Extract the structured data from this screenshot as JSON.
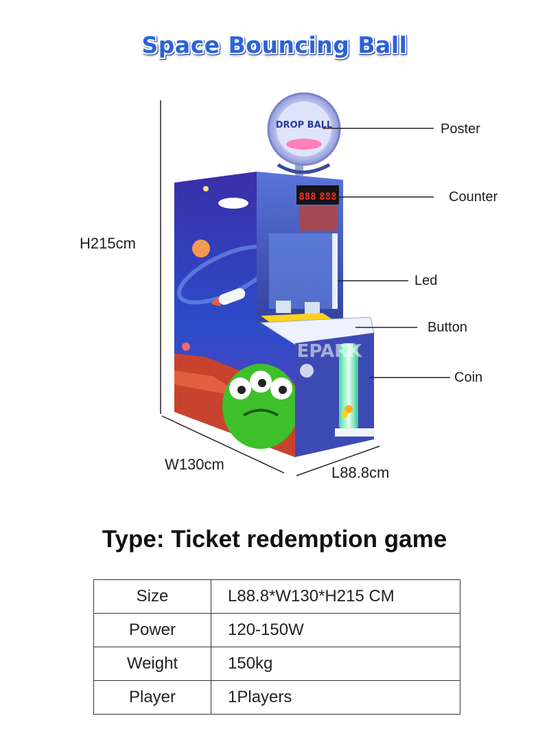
{
  "title": "Space Bouncing Ball",
  "dimensions": {
    "height": "H215cm",
    "width": "W130cm",
    "length": "L88.8cm"
  },
  "callouts": [
    "Poster",
    "Counter",
    "Led",
    "Button",
    "Coin"
  ],
  "machine": {
    "marquee_text": "DROP BALL",
    "counter_digits": "888",
    "watermark": "EPARK"
  },
  "type_line": "Type:  Ticket redemption game",
  "specs": [
    {
      "label": "Size",
      "value": "L88.8*W130*H215 CM"
    },
    {
      "label": "Power",
      "value": "120-150W"
    },
    {
      "label": "Weight",
      "value": "150kg"
    },
    {
      "label": "Player",
      "value": "1Players"
    }
  ],
  "colors": {
    "title_blue": "#2b63d9",
    "cabinet_purple": "#3a2f9e",
    "led_red": "#ff2a1a"
  }
}
